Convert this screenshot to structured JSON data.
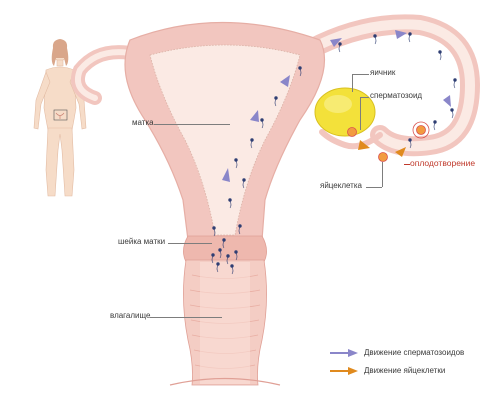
{
  "labels": {
    "uterus": "матка",
    "cervix": "шейка матки",
    "vagina": "влагалище",
    "ovary": "яичник",
    "sperm": "сперматозоид",
    "fertilization": "оплодотворение",
    "egg": "яйцеклетка"
  },
  "legend": [
    {
      "label": "Движение сперматозоидов",
      "arrow_color": "#8a86c9"
    },
    {
      "label": "Движение яйцеклетки",
      "arrow_color": "#e08a1e"
    }
  ],
  "colors": {
    "tissue_outer": "#f2c6bf",
    "tissue_inner": "#f7dcd5",
    "cavity": "#fbeae4",
    "ovary": "#f3e13a",
    "highlight": "#d9534f"
  }
}
